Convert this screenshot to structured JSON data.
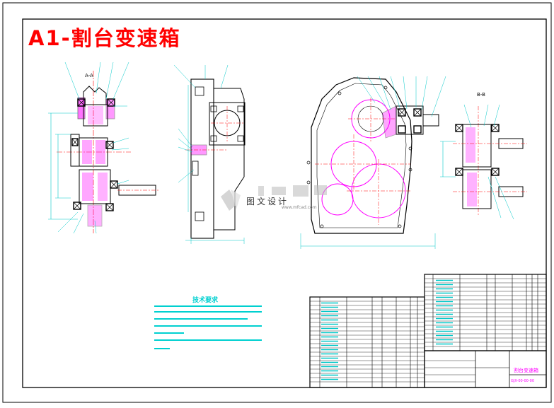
{
  "drawing": {
    "title": "A1-割台变速箱"
  },
  "views": {
    "section_aa": "A-A",
    "section_bb": "B-B"
  },
  "technical_requirements": {
    "heading": "技术要求"
  },
  "watermark": {
    "text": "图文设计",
    "sub": "www.mfcad.com"
  },
  "title_block": {
    "drawing_name": "割台变速箱",
    "drawing_code": "GJX-00-00-00"
  },
  "colors": {
    "title": "#ff0000",
    "frame": "#000000",
    "geometry_cyan": "#00c8c8",
    "hatch_magenta": "#ff00ff",
    "centerline_red": "#ff0000",
    "geometry_black": "#000000"
  }
}
